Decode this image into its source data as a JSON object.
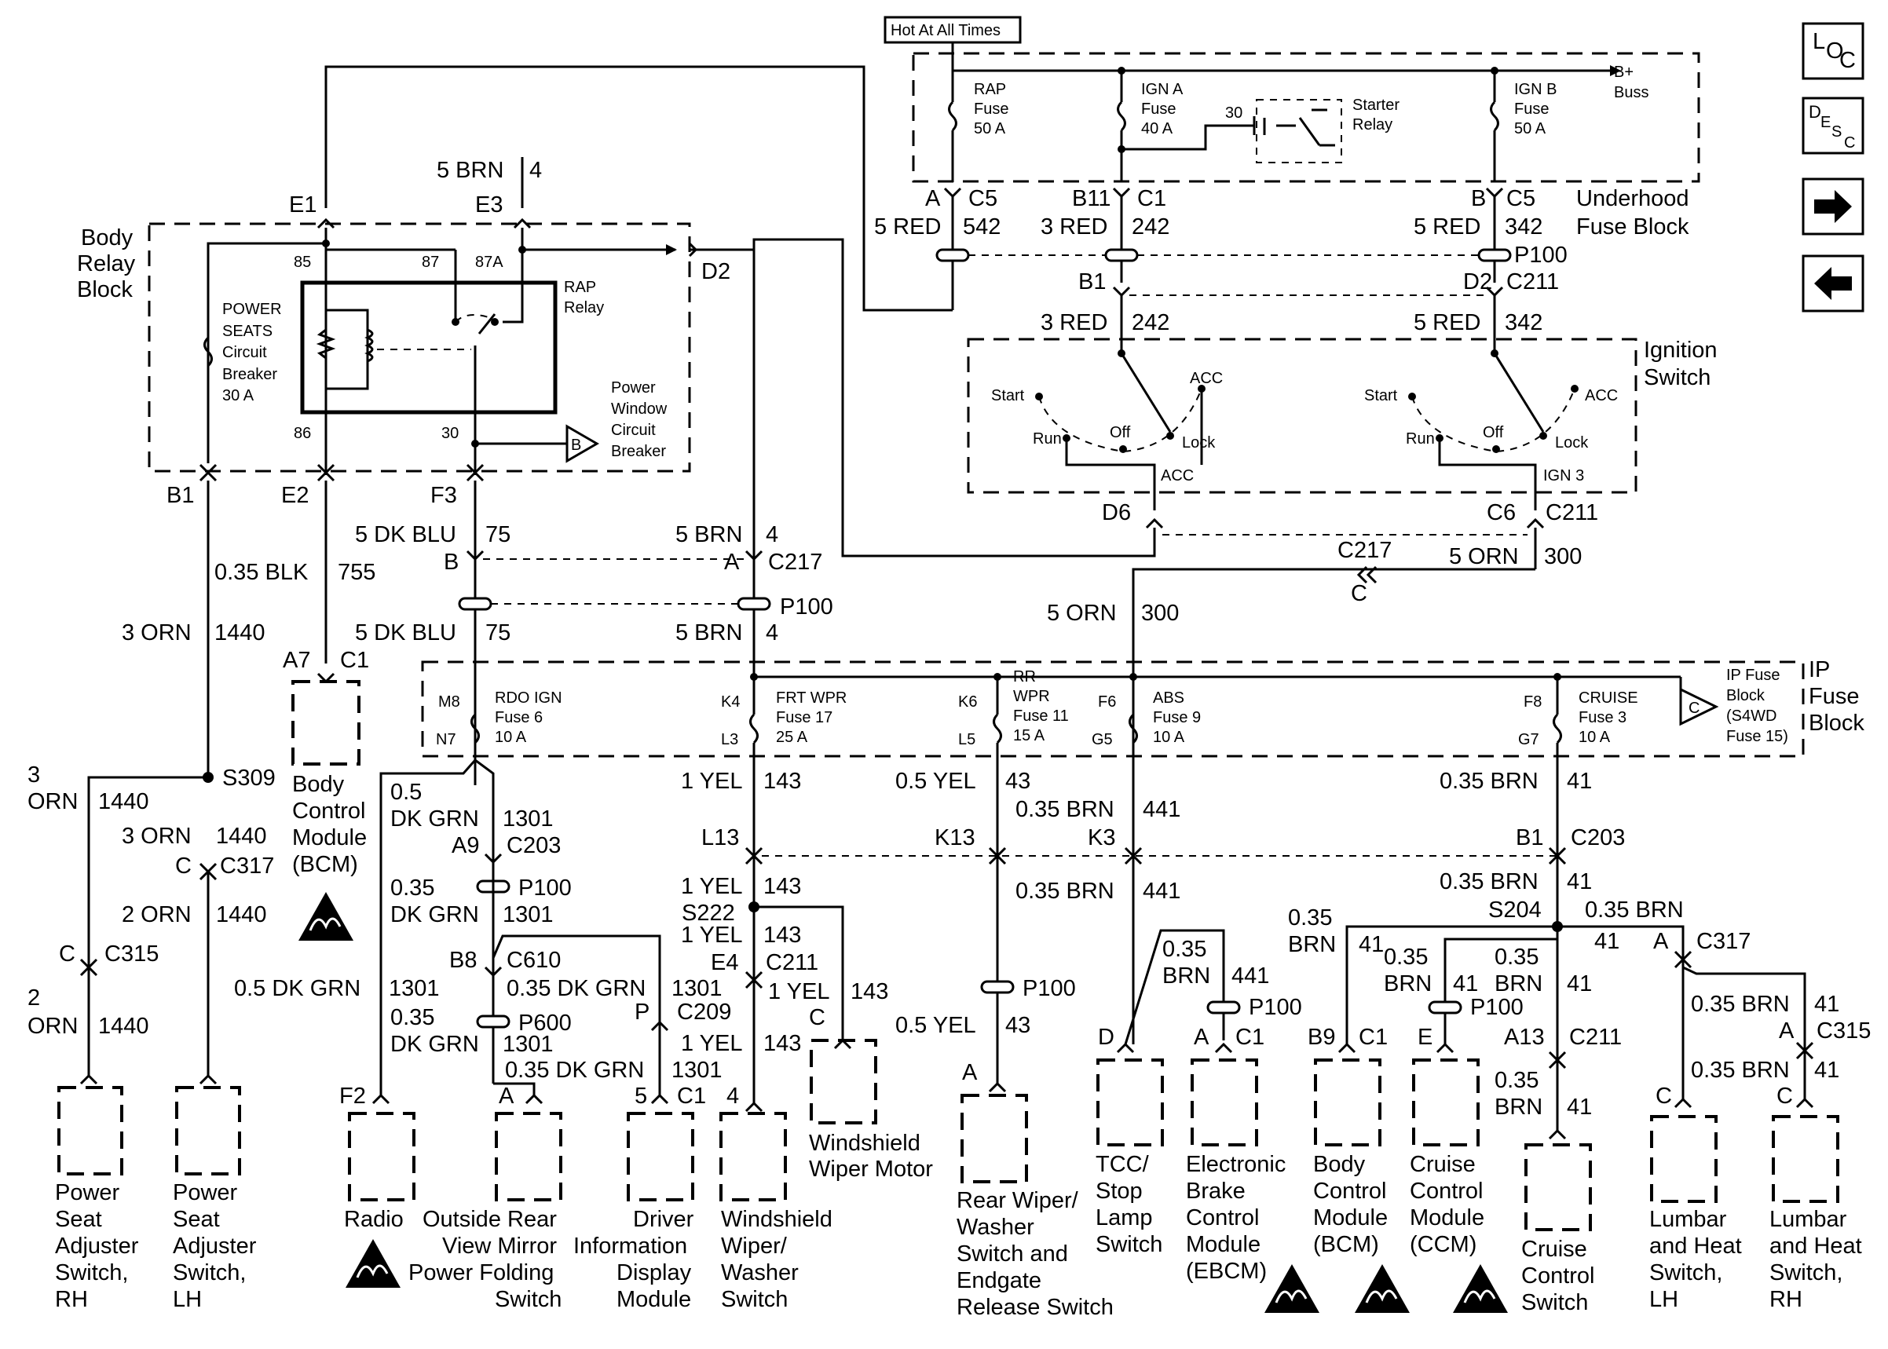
{
  "header": {
    "hot_label": "Hot At All Times"
  },
  "nav": {
    "loc": "LOC",
    "desc": "DESC",
    "next": "→",
    "prev": "←"
  },
  "underhood": {
    "title_1": "Underhood",
    "title_2": "Fuse Block",
    "bbuss_1": "B+",
    "bbuss_2": "Buss",
    "rap_fuse": [
      "RAP",
      "Fuse",
      "50 A"
    ],
    "igna_fuse": [
      "IGN A",
      "Fuse",
      "40 A"
    ],
    "ignb_fuse": [
      "IGN B",
      "Fuse",
      "50 A"
    ],
    "starter": [
      "Starter",
      "Relay"
    ],
    "pin_30": "30",
    "c5a_pin": "A",
    "c5a_conn": "C5",
    "c5a_wire": "5 RED",
    "c5a_circ": "542",
    "c1_pin": "B11",
    "c1_conn": "C1",
    "c1_wire": "3 RED",
    "c1_circ": "242",
    "c5b_pin": "B",
    "c5b_conn": "C5",
    "c5b_wire": "5 RED",
    "c5b_circ": "342",
    "p100": "P100"
  },
  "ignition": {
    "title_1": "Ignition",
    "title_2": "Switch",
    "b1": "B1",
    "d2": "D2",
    "c211": "C211",
    "w1": "3 RED",
    "c1": "242",
    "w2": "5 RED",
    "c2": "342",
    "start": "Start",
    "run": "Run",
    "off": "Off",
    "lock": "Lock",
    "acc": "ACC",
    "acc_out": "ACC",
    "ign3": "IGN 3",
    "d6": "D6",
    "c6": "C6",
    "c211b": "C211"
  },
  "body_relay": {
    "title": [
      "Body",
      "Relay",
      "Block"
    ],
    "e1": "E1",
    "e3": "E3",
    "d2": "D2",
    "top_wire": "5 BRN",
    "top_circ": "4",
    "p85": "85",
    "p87": "87",
    "p87a": "87A",
    "p86": "86",
    "p30": "30",
    "rap_relay": [
      "RAP",
      "Relay"
    ],
    "breaker": [
      "POWER",
      "SEATS",
      "Circuit",
      "Breaker",
      "30 A"
    ],
    "pw_breaker": [
      "Power",
      "Window",
      "Circuit",
      "Breaker"
    ],
    "b_ref": "B",
    "b1": "B1",
    "e2": "E2",
    "f3": "F3"
  },
  "mid": {
    "f3_wire": "5 DK BLU",
    "f3_circ": "75",
    "d2_wire": "5 BRN",
    "d2_circ": "4",
    "c217_b": "B",
    "c217_a": "A",
    "c217": "C217",
    "p100": "P100",
    "f3_wire2": "5 DK BLU",
    "f3_circ2": "75",
    "d2_wire2": "5 BRN",
    "d2_circ2": "4",
    "e2_wire": "0.35 BLK",
    "e2_circ": "755",
    "b1_wire": "3 ORN",
    "b1_circ": "1440",
    "a7": "A7",
    "c1": "C1",
    "bcm": [
      "Body",
      "Control",
      "Module",
      "(BCM)"
    ],
    "orn_c217": "C217",
    "orn_c": "C",
    "orn_wire": "5 ORN",
    "orn_circ": "300",
    "orn_wire2": "5 ORN",
    "orn_circ2": "300"
  },
  "ip_fuse": {
    "title": [
      "IP",
      "Fuse",
      "Block"
    ],
    "note": [
      "IP Fuse",
      "Block",
      "(S4WD",
      "Fuse 15)"
    ],
    "c_ref": "C",
    "rdo": [
      "RDO IGN",
      "Fuse 6",
      "10 A"
    ],
    "rdo_in": "M8",
    "rdo_out": "N7",
    "frt": [
      "FRT WPR",
      "Fuse 17",
      "25 A"
    ],
    "frt_in": "K4",
    "frt_out": "L3",
    "rr": [
      "RR",
      "WPR",
      "Fuse 11",
      "15 A"
    ],
    "rr_in": "K6",
    "rr_out": "L5",
    "abs": [
      "ABS",
      "Fuse 9",
      "10 A"
    ],
    "abs_in": "F6",
    "abs_out": "G5",
    "cruise": [
      "CRUISE",
      "Fuse 3",
      "10 A"
    ],
    "cruise_in": "F8",
    "cruise_out": "G7"
  },
  "lower": {
    "s309": "S309",
    "orn3_w": "3",
    "orn3_w2": "ORN",
    "orn3_c": "1440",
    "orn3b_w": "3 ORN",
    "orn3b_c": "1440",
    "c317_pin": "C",
    "c317": "C317",
    "orn2_w": "2 ORN",
    "orn2_c": "1440",
    "c315_pin": "C",
    "c315": "C315",
    "orn2b_w": "2",
    "orn2b_w2": "ORN",
    "orn2b_c": "1440",
    "psa_rh": [
      "Power",
      "Seat",
      "Adjuster",
      "Switch,",
      "RH"
    ],
    "psa_lh": [
      "Power",
      "Seat",
      "Adjuster",
      "Switch,",
      "LH"
    ],
    "g05": "0.5",
    "g05b": "DK GRN",
    "g1301": "1301",
    "a9": "A9",
    "c203": "C203",
    "p100": "P100",
    "g035": "0.35",
    "g035b": "DK GRN",
    "g1301b": "1301",
    "b8": "B8",
    "c610": "C610",
    "g035c": "0.35 DK GRN",
    "g1301c": "1301",
    "g05d": "0.5 DK GRN",
    "g1301d": "1301",
    "p_pin": "P",
    "c209": "C209",
    "g035e": "0.35",
    "g035e2": "DK GRN",
    "g1301e": "1301",
    "p600": "P600",
    "g035f": "0.35 DK GRN",
    "g1301f": "1301",
    "a_pin": "A",
    "pin5": "5",
    "c1": "C1",
    "f2": "F2",
    "radio": "Radio",
    "mirror": [
      "Outside Rear",
      "View Mirror",
      "Power Folding",
      "Switch"
    ],
    "dim": [
      "Driver",
      "Information",
      "Display",
      "Module"
    ],
    "yel1": "1 YEL",
    "c143": "143",
    "l13": "L13",
    "yel1b": "1 YEL",
    "c143b": "143",
    "s222": "S222",
    "yel1c": "1 YEL",
    "c143c": "143",
    "e4": "E4",
    "c211": "C211",
    "yel1d": "1 YEL",
    "c143d": "143",
    "c_pin": "C",
    "yel1e": "1 YEL",
    "c143e": "143",
    "pin4": "4",
    "wwm": [
      "Windshield",
      "Wiper Motor"
    ],
    "wws": [
      "Windshield",
      "Wiper/",
      "Washer",
      "Switch"
    ],
    "yel05": "0.5 YEL",
    "c43": "43",
    "k13": "K13",
    "yel05b": "0.5 YEL",
    "c43b": "43",
    "a_pin2": "A",
    "rear": [
      "Rear Wiper/",
      "Washer",
      "Switch and",
      "Endgate",
      "Release Switch"
    ],
    "brn1": "0.35 BRN",
    "c441": "441",
    "k3": "K3",
    "brn2": "0.35 BRN",
    "c441b": "441",
    "brn3": "0.35",
    "brn3b": "BRN",
    "c441c": "441",
    "d_pin": "D",
    "a_pin3": "A",
    "tcc": [
      "TCC/",
      "Stop",
      "Lamp",
      "Switch"
    ],
    "ebcm": [
      "Electronic",
      "Brake",
      "Control",
      "Module",
      "(EBCM)"
    ],
    "brn4": "0.35 BRN",
    "c41": "41",
    "b1": "B1",
    "c203b": "C203",
    "brn5": "0.35 BRN",
    "c41b": "41",
    "s204": "S204",
    "brn6": "0.35",
    "brn6b": "BRN",
    "c41c": "41",
    "brn7": "0.35 BRN",
    "c41d": "41",
    "brn8": "0.35",
    "brn8b": "BRN",
    "c41e": "41",
    "brn9": "0.35",
    "brn9b": "BRN",
    "c41f": "41",
    "brn10": "0.35",
    "brn10b": "BRN",
    "c41g": "41",
    "c41h": "41",
    "a_pin4": "A",
    "c317b": "C317",
    "brn11": "0.35 BRN",
    "c41i": "41",
    "a_pin5": "A",
    "c315b": "C315",
    "brn12": "0.35 BRN",
    "c41j": "41",
    "b9": "B9",
    "c1b": "C1",
    "e_pin": "E",
    "a13": "A13",
    "c211b": "C211",
    "c_pin2": "C",
    "c_pin3": "C",
    "bcm2": [
      "Body",
      "Control",
      "Module",
      "(BCM)"
    ],
    "ccm": [
      "Cruise",
      "Control",
      "Module",
      "(CCM)"
    ],
    "ccs": [
      "Cruise",
      "Control",
      "Switch"
    ],
    "lumbar_lh": [
      "Lumbar",
      "and Heat",
      "Switch,",
      "LH"
    ],
    "lumbar_rh": [
      "Lumbar",
      "and Heat",
      "Switch,",
      "RH"
    ]
  }
}
